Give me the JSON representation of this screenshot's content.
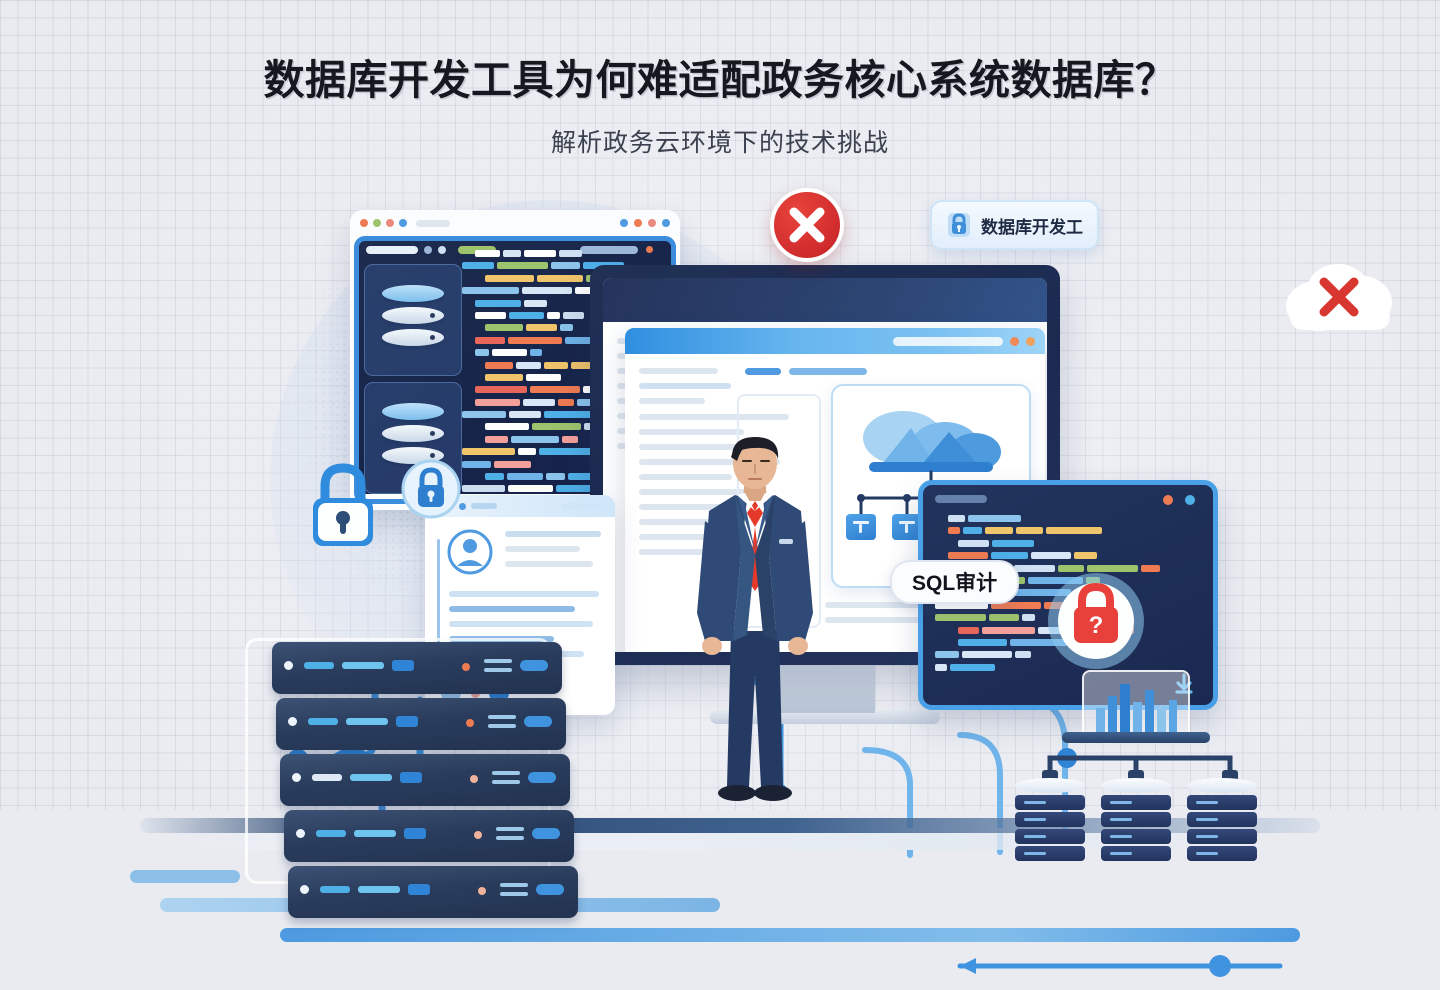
{
  "page": {
    "background_color": "#e9ebf1",
    "grid_color": "#969db2"
  },
  "header": {
    "title": "数据库开发工具为何难适配政务核心系统数据库？",
    "subtitle": "解析政务云环境下的技术挑战",
    "title_color": "#17171f",
    "subtitle_color": "#3b414e"
  },
  "illustration": {
    "badges": [
      {
        "name": "database-dev-tool",
        "label": "数据库开发工",
        "icon": "lock-icon",
        "accent": "#2e7fd0"
      },
      {
        "name": "sql-audit",
        "label": "SQL审计",
        "accent": "#10141d"
      }
    ],
    "status_marks": [
      {
        "name": "error-cross",
        "symbol": "✕",
        "color": "#ffffff",
        "background": "#d32a2a"
      },
      {
        "name": "cloud-error-cross",
        "symbol": "✕",
        "color": "#d8372f",
        "background": "#ffffff"
      }
    ],
    "security_icons": [
      {
        "name": "padlock-white",
        "color": "#ffffff",
        "ring": "#2e8bdd"
      },
      {
        "name": "padlock-circle-blue",
        "color": "#2e7fd0",
        "ring": "#bcddf5"
      },
      {
        "name": "padlock-red-question",
        "color": "#e8403a",
        "symbol": "?",
        "ring": "#8ec8ee"
      }
    ],
    "character": {
      "name": "businessman",
      "suit_color": "#2f4a76",
      "tie_color": "#e53a2a",
      "shirt_color": "#ffffff",
      "hair_color": "#1d1f28"
    },
    "panels": [
      {
        "name": "code-editor-window",
        "type": "ide",
        "frame_color": "#3d8ddd",
        "screen_color": "#1d2c4f",
        "databases": 2
      },
      {
        "name": "center-monitor",
        "type": "monitor",
        "bezel_color": "#213055"
      },
      {
        "name": "browser-window",
        "type": "browser",
        "titlebar_color": "#2f8fe0"
      },
      {
        "name": "cloud-architecture-card",
        "type": "diagram",
        "nodes": 4
      },
      {
        "name": "document-card",
        "type": "document",
        "titlebar_color": "#cfe6f9"
      },
      {
        "name": "right-code-panel",
        "type": "terminal",
        "frame_color": "#49a0e6",
        "screen_color": "#22345d"
      }
    ],
    "infrastructure": {
      "server_units": 5,
      "server_color": "#2a3c5c",
      "database_stacks": 3,
      "database_color": "#22345d",
      "chart_bars": 7,
      "chart_bar_color": "#3f8fd9"
    },
    "accent_colors": {
      "primary_blue": "#2e7fd0",
      "light_blue": "#7cc2f2",
      "deep_navy": "#1b2a50",
      "alert_red": "#d32a2a"
    }
  }
}
